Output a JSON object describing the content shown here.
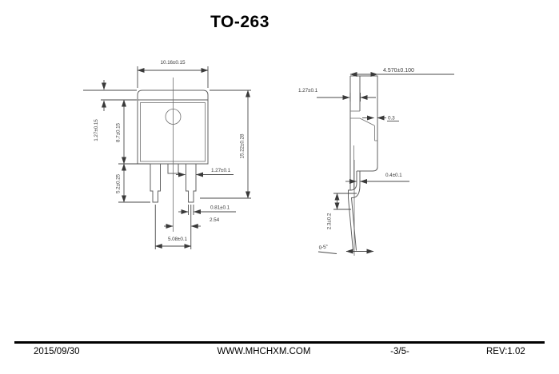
{
  "title": "TO-263",
  "front_view": {
    "dims": {
      "body_width": "10.16±0.15",
      "tab_height": "1.27±0.15",
      "body_height": "8.7±0.15",
      "leg_length": "5.2±0.25",
      "total_height": "15.22±0.28",
      "leg_width": "1.27±0.1",
      "leg_tip_width": "0.81±0.1",
      "pitch_half": "2.54",
      "pitch": "5.08±0.1"
    }
  },
  "side_view": {
    "dims": {
      "depth": "4.570±0.100",
      "tab_thickness": "1.27±0.1",
      "step": "0.3",
      "lead_thickness": "0.4±0.1",
      "lead_bend": "2.3±0.2",
      "lead_angle": "0-5°"
    }
  },
  "footer": {
    "date": "2015/09/30",
    "website": "WWW.MHCHXM.COM",
    "page": "-3/5-",
    "revision": "REV:1.02"
  },
  "colors": {
    "line": "#606060",
    "dim_text": "#3a3a3a",
    "footer_rule": "#000000"
  }
}
